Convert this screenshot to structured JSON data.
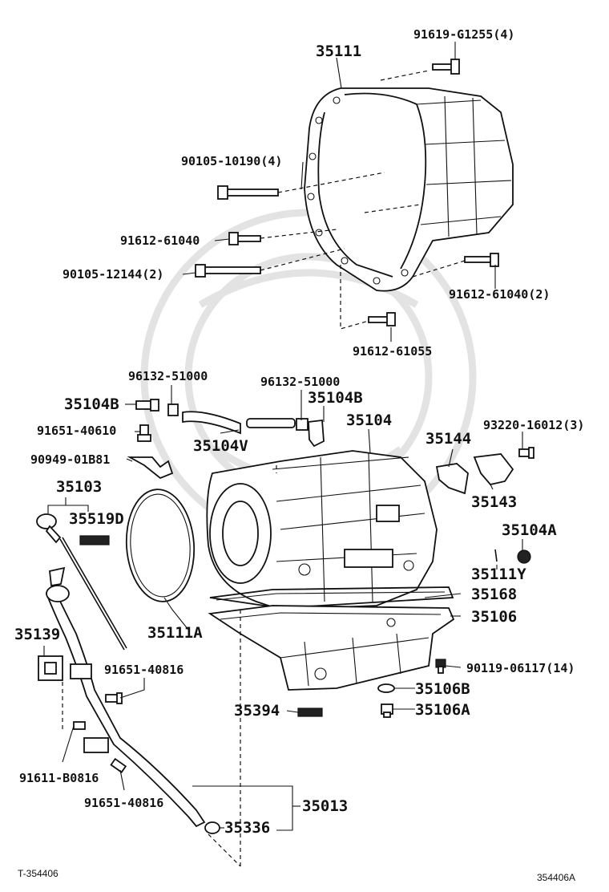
{
  "callouts": {
    "c35111": "35111",
    "c91619": "91619-G1255(4)",
    "c90105a": "90105-10190(4)",
    "c91612a": "91612-61040",
    "c90105b": "90105-12144(2)",
    "c91612b": "91612-61040(2)",
    "c91612c": "91612-61055",
    "c96132a": "96132-51000",
    "c96132b": "96132-51000",
    "c35104Ba": "35104B",
    "c35104Bb": "35104B",
    "c91651a": "91651-40610",
    "c35104V": "35104V",
    "c35104": "35104",
    "c35144": "35144",
    "c93220": "93220-16012(3)",
    "c90949": "90949-01B81",
    "c35103": "35103",
    "c35519D": "35519D",
    "c35143": "35143",
    "c35104A": "35104A",
    "c35111Y": "35111Y",
    "c35168": "35168",
    "c35106": "35106",
    "c35111A": "35111A",
    "c35139": "35139",
    "c91651b": "91651-40816",
    "c90119": "90119-06117(14)",
    "c35106B": "35106B",
    "c35394": "35394",
    "c35106A": "35106A",
    "c91611": "91611-B0816",
    "c91651c": "91651-40816",
    "c35013": "35013",
    "c35336": "35336"
  },
  "footer": {
    "left_code": "T-354406",
    "right_code": "354406A"
  }
}
